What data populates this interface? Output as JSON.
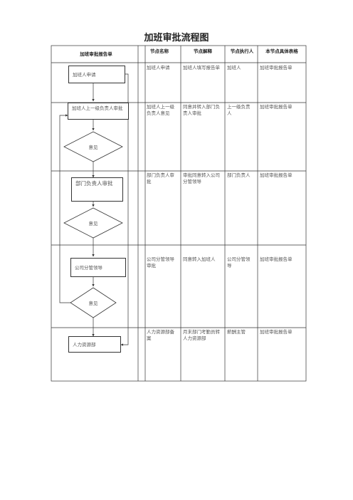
{
  "title": "加班审批流程图",
  "headers": {
    "col1": "加班审批报告单",
    "col2": "节点名称",
    "col3": "节点解释",
    "col4": "节点执行人",
    "col5": "本节点具体表格"
  },
  "flow": {
    "applicant": "加班人申请",
    "superior": "加班人上一级负责人审批",
    "opinion1": "意见",
    "dept_head": "部门负责人审批",
    "opinion2": "意见",
    "company_leader": "公司分管领导",
    "opinion3": "意见",
    "hr": "人力资源部"
  },
  "rows": [
    {
      "node": "加班人申请",
      "desc": "加班人填写报告单",
      "exec": "加班人",
      "form": "加班审批报告单"
    },
    {
      "node": "加班人上一级负责人意见",
      "desc": "同意并转入部门负责人审批",
      "exec": "上一级负责人",
      "form": "加班审批报告单"
    },
    {
      "node": "部门负责人审批",
      "desc": "审批同意转入公司分管领导",
      "exec": "部门负责人",
      "form": "加班审批报告单"
    },
    {
      "node": "公司分管领导审批",
      "desc": "同意转入加班人",
      "exec": "公司分管领导",
      "form": "加班审批报告单"
    },
    {
      "node": "人力资源部备案",
      "desc": "月末部门考勤员转人力资源部",
      "exec": "薪酬主管",
      "form": "加班审批报告单"
    }
  ]
}
